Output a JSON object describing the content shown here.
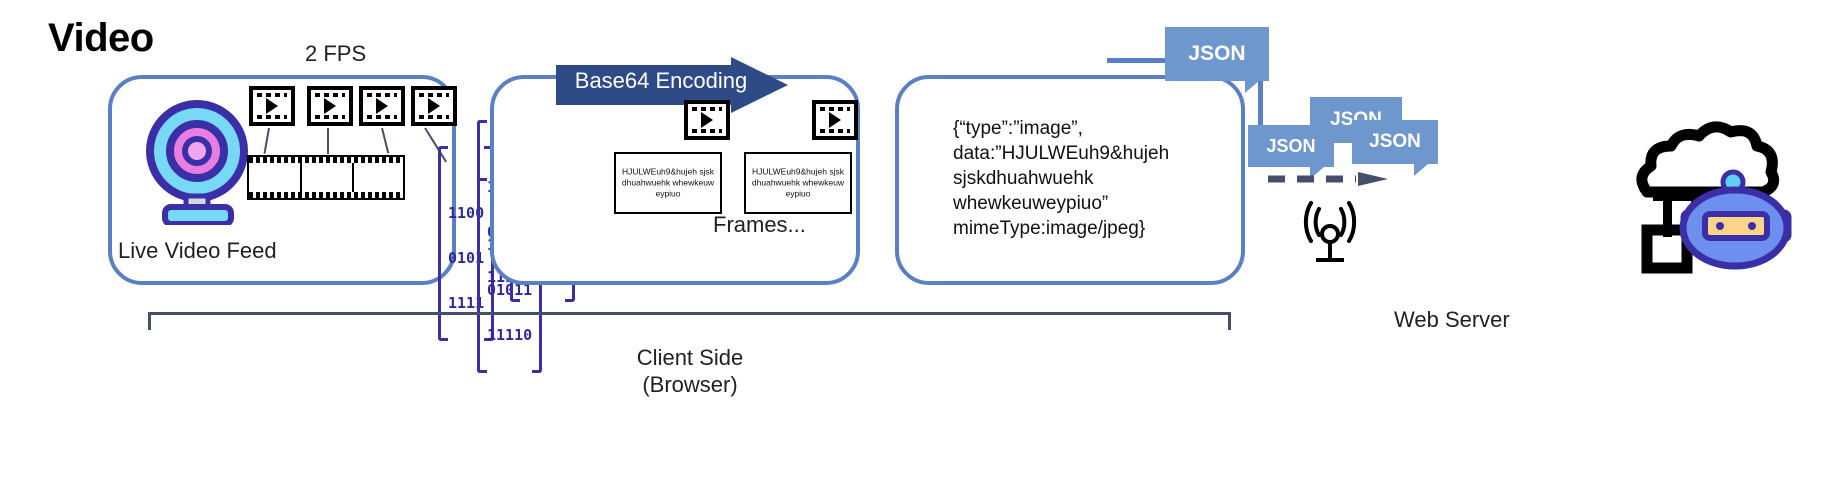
{
  "title": "Video",
  "labels": {
    "fps": "2 FPS",
    "live_feed": "Live Video Feed",
    "base64": "Base64 Encoding",
    "frames": "Frames...",
    "client_side": "Client Side\n(Browser)",
    "web_server": "Web Server"
  },
  "binary_groups": [
    {
      "name": "binary-block-1",
      "rows": [
        "1100",
        "0101",
        "1111"
      ]
    },
    {
      "name": "binary-block-2",
      "rows": [
        "11000",
        "01011",
        "11110"
      ]
    },
    {
      "name": "binary-block-3",
      "rows": [
        "11000",
        "110"
      ]
    }
  ],
  "frames": [
    {
      "text": "HJULWEuh9&hujeh sjskdhuahwuehk whewkeuweypiuo"
    },
    {
      "text": "HJULWEuh9&hujeh sjskdhuahwuehk whewkeuweypiuo"
    }
  ],
  "payload": "{“type”:”image”,\ndata:”HJULWEuh9&hujeh\nsjskdhuahwuehk\nwhewkeuweypiuo”\nmimeType:image/jpeg}",
  "json_bubbles": [
    {
      "label": "JSON"
    },
    {
      "label": "JSON"
    },
    {
      "label": "JSON"
    },
    {
      "label": "JSON"
    }
  ],
  "icons": {
    "webcam": "webcam-icon",
    "filmstrip": "film-strip-icon",
    "video_frame": "video-frame-icon",
    "antenna": "antenna-icon",
    "robot_server": "robot-cloud-server-icon",
    "arrow": "right-arrow-icon"
  },
  "colors": {
    "panel_border": "#5a7fc4",
    "arrow_navy": "#2e4a87",
    "json_blue": "#6e97ce",
    "binary_purple": "#2c2a9e",
    "binary_highlight": "#4ab6e8",
    "webcam_cyan": "#77d9f5",
    "webcam_purple": "#3b2fa8",
    "webcam_pink": "#e87fe0",
    "bracket_gray": "#44506b",
    "robot_blue": "#6d8ff0",
    "robot_face": "#fbd38a"
  }
}
